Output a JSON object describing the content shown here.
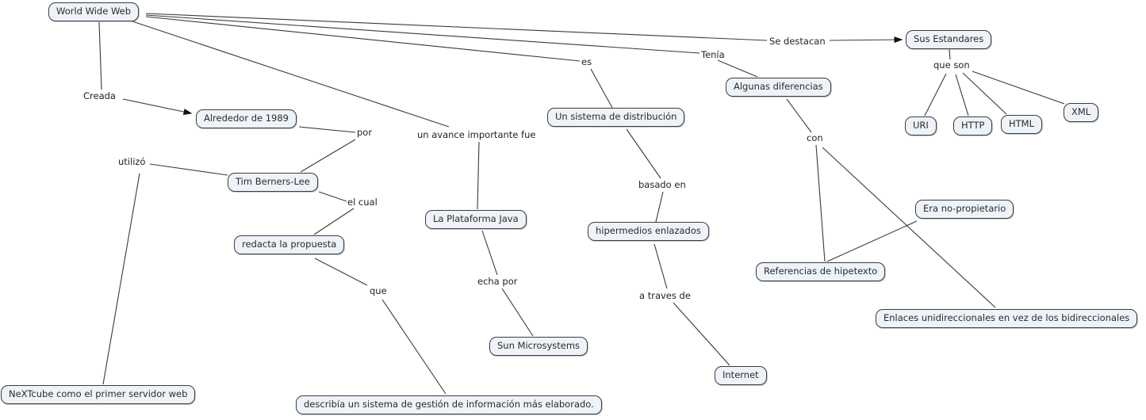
{
  "diagram": {
    "type": "concept-map",
    "subject": "World Wide Web",
    "colors": {
      "background": "#ffffff",
      "node_fill": "#edf3f8",
      "node_border": "#3d3d3d",
      "line": "#3a3a3a",
      "text": "#2b2b2b"
    }
  },
  "concepts": [
    {
      "label": "World Wide Web"
    },
    {
      "label": "Alrededor de 1989"
    },
    {
      "label": "Tim Berners-Lee"
    },
    {
      "label": "redacta la propuesta"
    },
    {
      "label": "NeXTcube como el primer servidor web"
    },
    {
      "label": "describía un sistema de gestión de información más elaborado."
    },
    {
      "label": "La Plataforma Java"
    },
    {
      "label": "Sun Microsystems"
    },
    {
      "label": "Un sistema de distribución"
    },
    {
      "label": "hipermedios enlazados"
    },
    {
      "label": "Internet"
    },
    {
      "label": "Algunas diferencias"
    },
    {
      "label": "Referencias de hipetexto"
    },
    {
      "label": "Era no-propietario"
    },
    {
      "label": "Enlaces unidireccionales en vez de los bidireccionales"
    },
    {
      "label": "Sus Estandares"
    },
    {
      "label": "URI"
    },
    {
      "label": "HTTP"
    },
    {
      "label": "HTML"
    },
    {
      "label": "XML"
    }
  ],
  "linking_phrases": [
    {
      "label": "Creada"
    },
    {
      "label": "por"
    },
    {
      "label": "utilizó"
    },
    {
      "label": "el cual"
    },
    {
      "label": "que"
    },
    {
      "label": "echa por"
    },
    {
      "label": "un avance importante fue"
    },
    {
      "label": "es"
    },
    {
      "label": "basado en"
    },
    {
      "label": "a traves de"
    },
    {
      "label": "Tenía"
    },
    {
      "label": "Se destacan"
    },
    {
      "label": "con"
    },
    {
      "label": "que son"
    }
  ]
}
